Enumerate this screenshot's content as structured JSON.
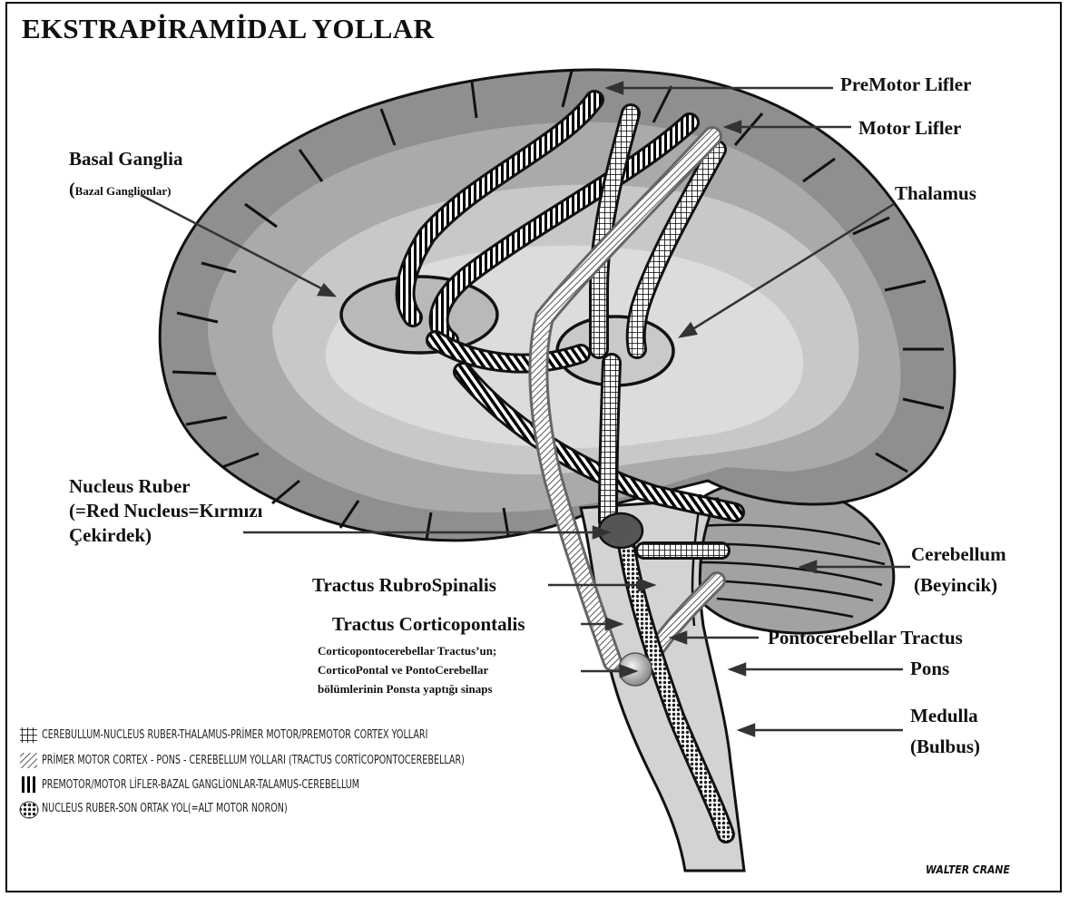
{
  "title": "EKSTRAPİRAMİDAL YOLLAR",
  "labels": {
    "premotor": "PreMotor Lifler",
    "motor": "Motor Lifler",
    "basal_title": "Basal Ganglia",
    "basal_sub_open": "(",
    "basal_sub": "Bazal Ganglionlar)",
    "thalamus": "Thalamus",
    "nucleus_line1": "Nucleus Ruber",
    "nucleus_line2": "(=Red Nucleus=Kırmızı",
    "nucleus_line3": "Çekirdek)",
    "rubrospinalis": "Tractus RubroSpinalis",
    "corticopontalis": "Tractus Corticopontalis",
    "synapse_line1": "Corticopontocerebellar Tractus’un;",
    "synapse_line2": "CorticoPontal ve PontoCerebellar",
    "synapse_line3": "bölümlerinin Ponsta yaptığı sinaps",
    "cerebellum_line1": "Cerebellum",
    "cerebellum_line2": "(Beyincik)",
    "pontocerebellar": "Pontocerebellar Tractus",
    "pons": "Pons",
    "medulla_line1": "Medulla",
    "medulla_line2": "(Bulbus)"
  },
  "legend": [
    {
      "pattern": "grid",
      "text": "CEREBULLUM-NUCLEUS RUBER-THALAMUS-PRİMER MOTOR/PREMOTOR CORTEX YOLLARI"
    },
    {
      "pattern": "diagonal",
      "text": "PRİMER MOTOR CORTEX - PONS - CEREBELLUM YOLLARI (TRACTUS CORTİCOPONTOCEREBELLAR)"
    },
    {
      "pattern": "vertical",
      "text": "PREMOTOR/MOTOR LİFLER-BAZAL GANGLİONLAR-TALAMUS-CEREBELLUM"
    },
    {
      "pattern": "dots",
      "text": "NUCLEUS RUBER-SON ORTAK YOL(=ALT MOTOR NORON)"
    }
  ],
  "signature": "WALTER CRANE",
  "colors": {
    "cortex_dark": "#8c8c8c",
    "cortex_mid": "#a9a9a9",
    "white_matter": "#c9c9c9",
    "inner": "#dcdcdc",
    "nucleus_ruber": "#555555",
    "outline": "#111111"
  }
}
